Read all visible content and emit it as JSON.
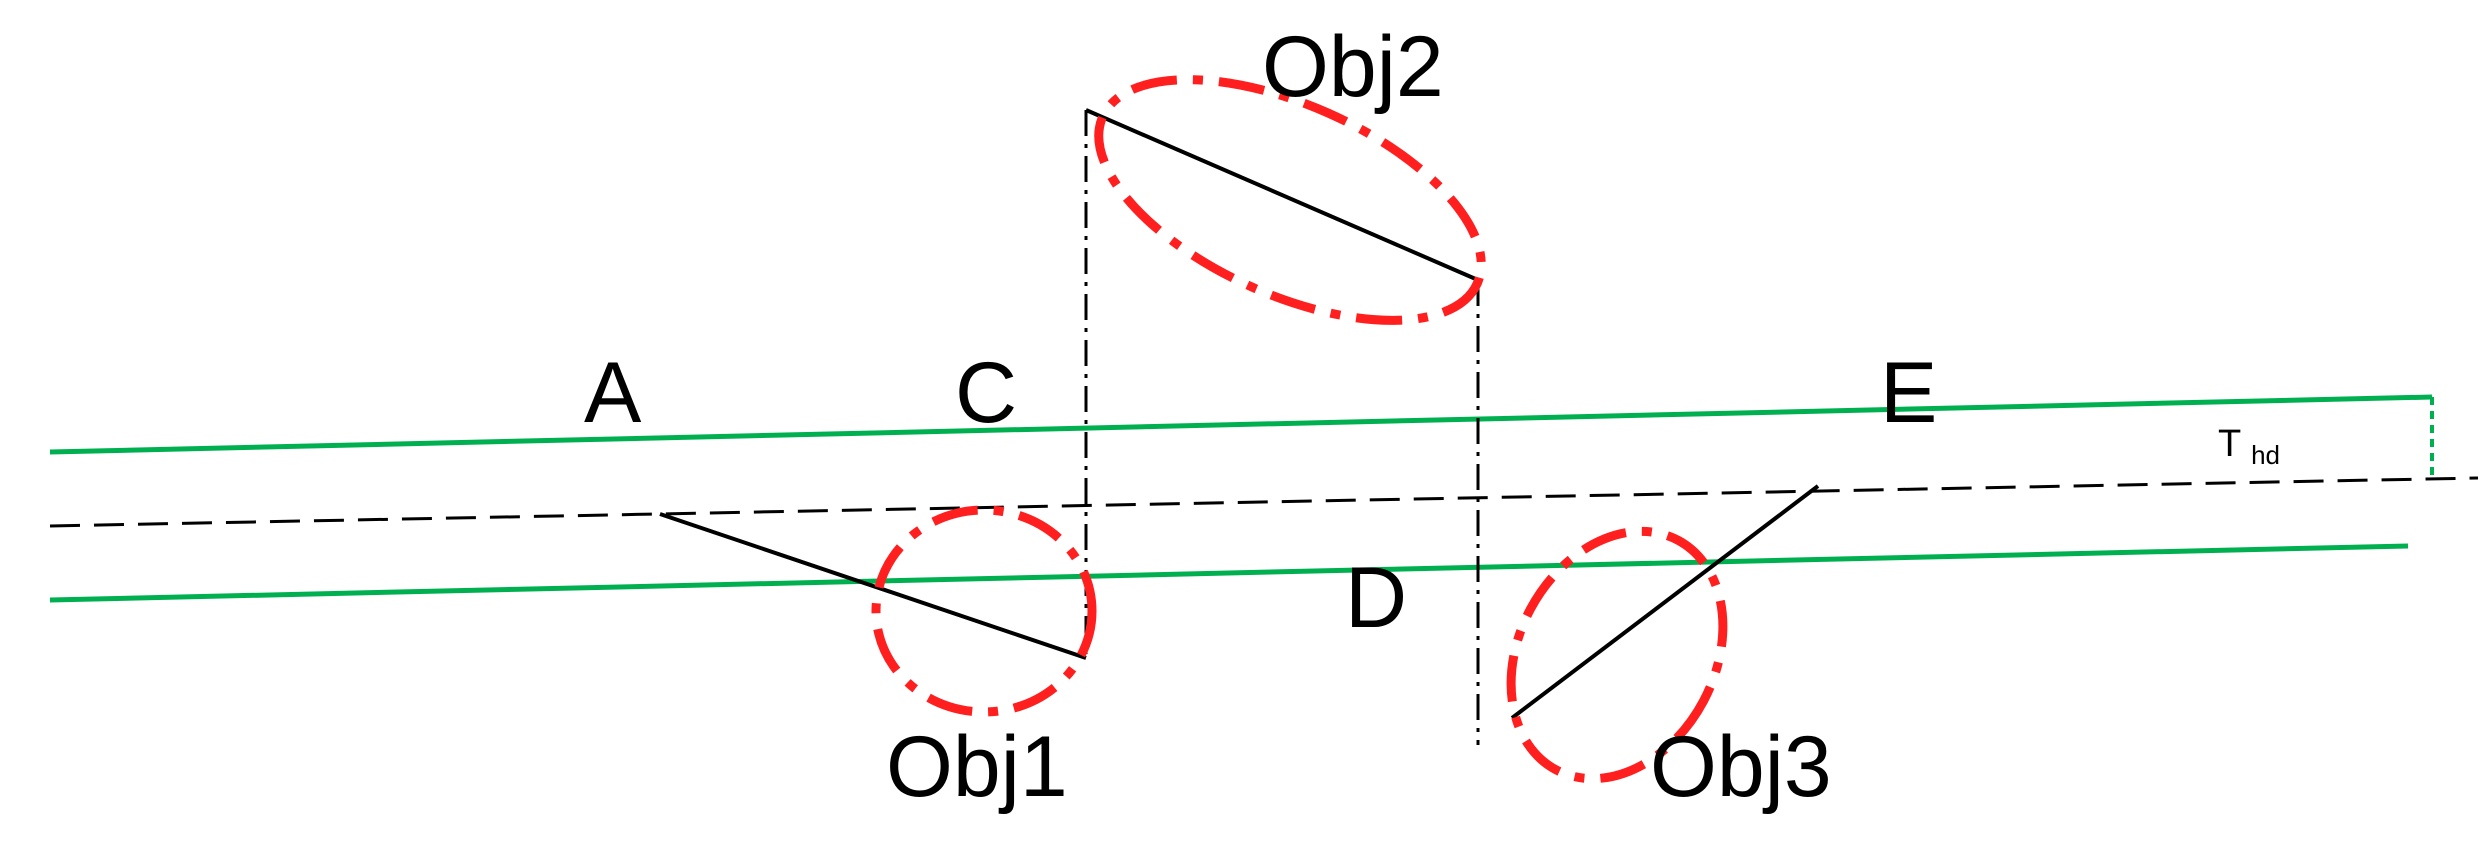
{
  "labels": {
    "A": "A",
    "C": "C",
    "D": "D",
    "E": "E",
    "obj1": "Obj1",
    "obj2": "Obj2",
    "obj3": "Obj3",
    "threshold_main": "T",
    "threshold_sub": "hd"
  },
  "colors": {
    "boundary": "#00b050",
    "highlight": "#ff1f1f",
    "centerline": "#000000",
    "segment": "#000000",
    "text": "#000000"
  }
}
